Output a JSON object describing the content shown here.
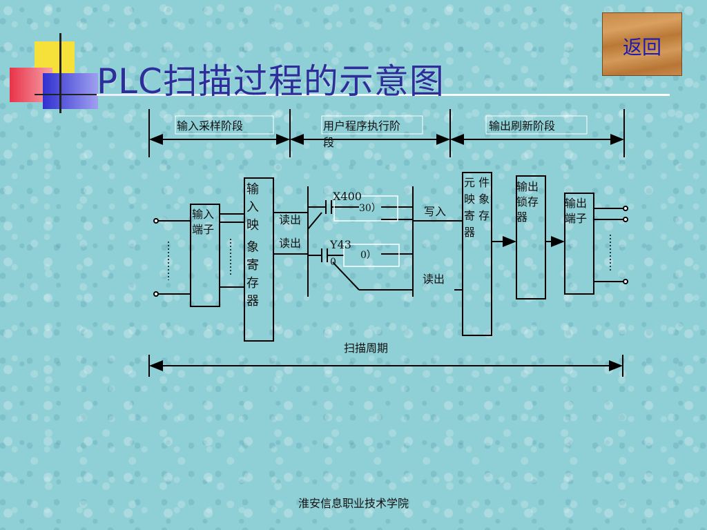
{
  "slide": {
    "title": "PLC扫描过程的示意图",
    "back_button": "返回",
    "footer": "淮安信息职业技术学院"
  },
  "diagram": {
    "phases": [
      "输入采样阶段",
      "用户程序执行阶",
      "段",
      "输出刷新阶段"
    ],
    "input_terminal": [
      "输入",
      "端子"
    ],
    "input_image_register": [
      "输",
      "入",
      "映",
      "象",
      "寄",
      "存",
      "器"
    ],
    "read_out_1": "读出",
    "read_out_2": "读出",
    "contact_x": "X400",
    "contact_y": "Y43",
    "coil_1": "30）",
    "coil_2": "0）",
    "y_suffix": "0",
    "write_in": "写入",
    "read_out_3": "读出",
    "element_image_register": [
      "元 件",
      "映 象",
      "寄 存",
      "器"
    ],
    "output_latch": [
      "输出",
      "锁存",
      "器"
    ],
    "output_terminal": [
      "输出",
      "端子"
    ],
    "scan_cycle": "扫描周期"
  },
  "colors": {
    "background": "#8fcfd6",
    "title": "#2e2e9a",
    "line": "#000000"
  }
}
